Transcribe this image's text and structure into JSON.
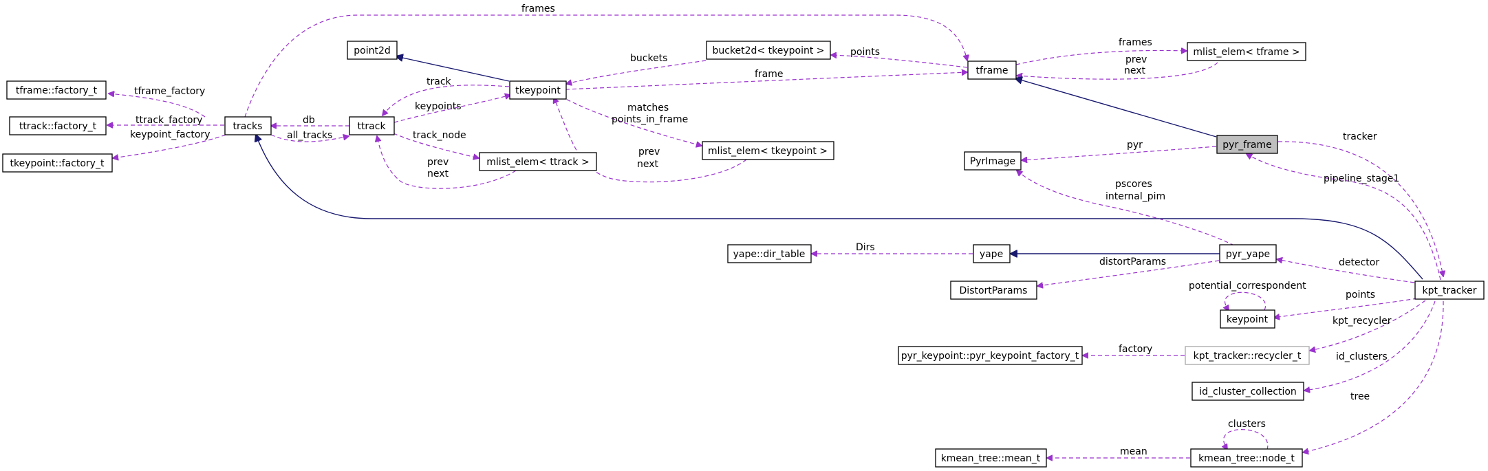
{
  "nodes": {
    "tframe_factory": "tframe::factory_t",
    "ttrack_factory": "ttrack::factory_t",
    "tkeypoint_factory": "tkeypoint::factory_t",
    "tracks": "tracks",
    "ttrack": "ttrack",
    "point2d": "point2d",
    "tkeypoint": "tkeypoint",
    "bucket2d": "bucket2d< tkeypoint >",
    "tframe": "tframe",
    "mlist_tframe": "mlist_elem< tframe >",
    "mlist_ttrack": "mlist_elem< ttrack >",
    "mlist_tkeypoint": "mlist_elem< tkeypoint >",
    "pyr_frame": "pyr_frame",
    "pyrimage": "PyrImage",
    "yape_dir_table": "yape::dir_table",
    "yape": "yape",
    "pyr_yape": "pyr_yape",
    "distortparams": "DistortParams",
    "keypoint": "keypoint",
    "kpt_tracker": "kpt_tracker",
    "pyr_keypoint_factory": "pyr_keypoint::pyr_keypoint_factory_t",
    "recycler": "kpt_tracker::recycler_t",
    "id_cluster_collection": "id_cluster_collection",
    "kmean_tree_mean": "kmean_tree::mean_t",
    "kmean_tree_node": "kmean_tree::node_t"
  },
  "edge_labels": {
    "frames_top": "frames",
    "tframe_factory": "tframe_factory",
    "ttrack_factory": "ttrack_factory",
    "keypoint_factory": "keypoint_factory",
    "db": "db",
    "all_tracks": "all_tracks",
    "track": "track",
    "keypoints": "keypoints",
    "track_node": "track_node",
    "prev_next_ttrack_prev": "prev",
    "prev_next_ttrack_next": "next",
    "buckets": "buckets",
    "points_bucket": "points",
    "frame": "frame",
    "frames_mlist": "frames",
    "prev_tframe": "prev",
    "next_tframe": "next",
    "matches": "matches",
    "points_in_frame": "points_in_frame",
    "prev_tkeypoint": "prev",
    "next_tkeypoint": "next",
    "pyr": "pyr",
    "tracker": "tracker",
    "pipeline_stage1": "pipeline_stage1",
    "pscores": "pscores",
    "internal_pim": "internal_pim",
    "dirs": "Dirs",
    "distortparams": "distortParams",
    "detector": "detector",
    "potential_correspondent": "potential_correspondent",
    "points_kpt": "points",
    "kpt_recycler": "kpt_recycler",
    "factory": "factory",
    "id_clusters": "id_clusters",
    "tree": "tree",
    "clusters": "clusters",
    "mean": "mean"
  },
  "colors": {
    "usage_edge": "#9a32cd",
    "inheritance_edge": "#191970",
    "highlight_fill": "#bfbfbf"
  }
}
